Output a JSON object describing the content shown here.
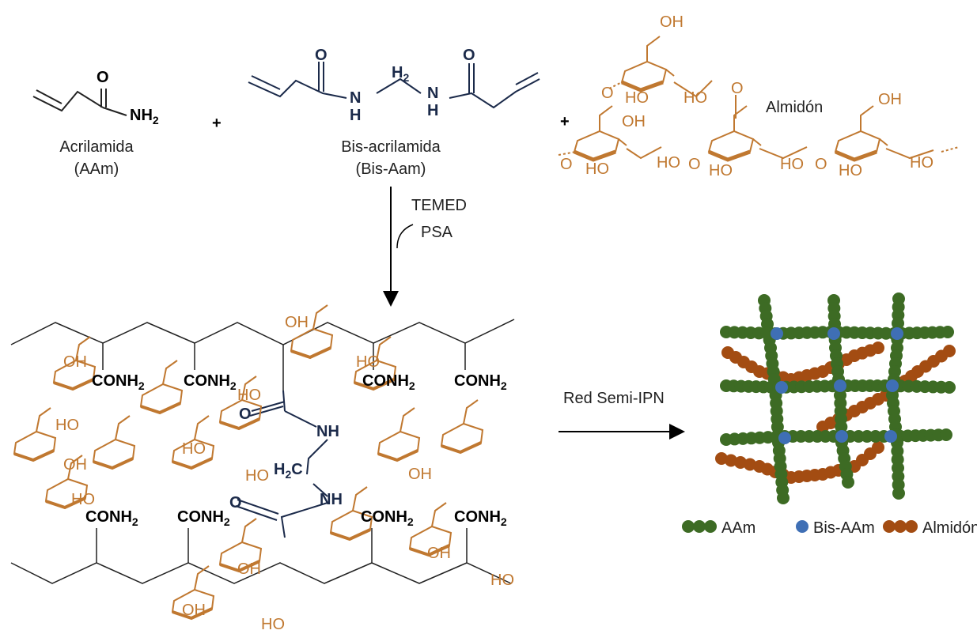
{
  "reactants": {
    "acrylamide": {
      "name": "Acrilamida",
      "abbr": "(AAm)",
      "o": "O",
      "nh2": "NH",
      "nh2_sub": "2"
    },
    "plus": "+",
    "bis": {
      "name": "Bis-acrilamida",
      "abbr": "(Bis-Aam)",
      "o": "O",
      "h2": "H",
      "h2_sub": "2",
      "n": "N",
      "h": "H"
    },
    "starch": {
      "name": "Almidón",
      "oh": "OH",
      "ho": "HO",
      "o": "O"
    }
  },
  "conditions": {
    "line1": "TEMED",
    "line2": "PSA"
  },
  "network": {
    "conh2": "CONH",
    "conh2_sub": "2",
    "nh": "NH",
    "h2c": "H",
    "h2c_sub": "2",
    "h2c_c": "C",
    "o": "O",
    "oh": "OH",
    "ho": "HO"
  },
  "result_label": "Red Semi-IPN",
  "legend": {
    "aam": "AAm",
    "bis": "Bis-AAm",
    "starch": "Almidón"
  },
  "colors": {
    "aam": "#3d6b24",
    "bis": "#3f6fb5",
    "starch": "#a34c12",
    "starch_line": "#c07830",
    "crosslinker": "#1b2a4a"
  }
}
